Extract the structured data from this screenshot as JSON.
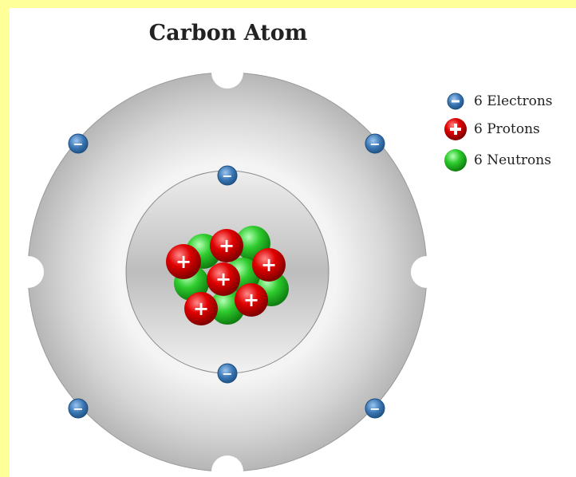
{
  "title": "Carbon Atom",
  "legend": [
    {
      "icon": "electron-icon",
      "label": "6 Electrons"
    },
    {
      "icon": "proton-icon",
      "label": "6 Protons"
    },
    {
      "icon": "neutron-icon",
      "label": "6 Neutrons"
    }
  ],
  "particle_symbols": {
    "electron": "−",
    "proton": "+"
  },
  "counts": {
    "electrons": 6,
    "protons": 6,
    "neutrons": 6
  },
  "colors": {
    "background": "#ffff99",
    "electron": "#3a76b4",
    "proton": "#d40000",
    "neutron": "#22b322",
    "shell": "#c8c8c8"
  }
}
